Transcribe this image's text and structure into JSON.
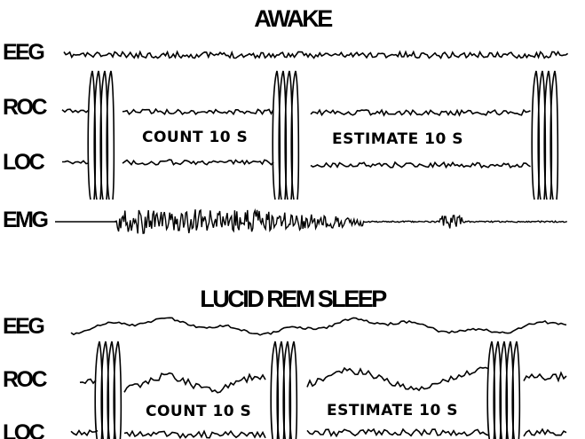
{
  "awake": {
    "title": "AWAKE",
    "channels": {
      "eeg": "EEG",
      "roc": "ROC",
      "loc": "LOC",
      "emg": "EMG"
    },
    "annotations": {
      "count": "COUNT 10 S",
      "estimate": "ESTIMATE 10 S"
    }
  },
  "lucid": {
    "title": "LUCID REM SLEEP",
    "channels": {
      "eeg": "EEG",
      "roc": "ROC",
      "loc": "LOC"
    },
    "annotations": {
      "count": "COUNT 10 S",
      "estimate": "ESTIMATE 10 S"
    }
  }
}
